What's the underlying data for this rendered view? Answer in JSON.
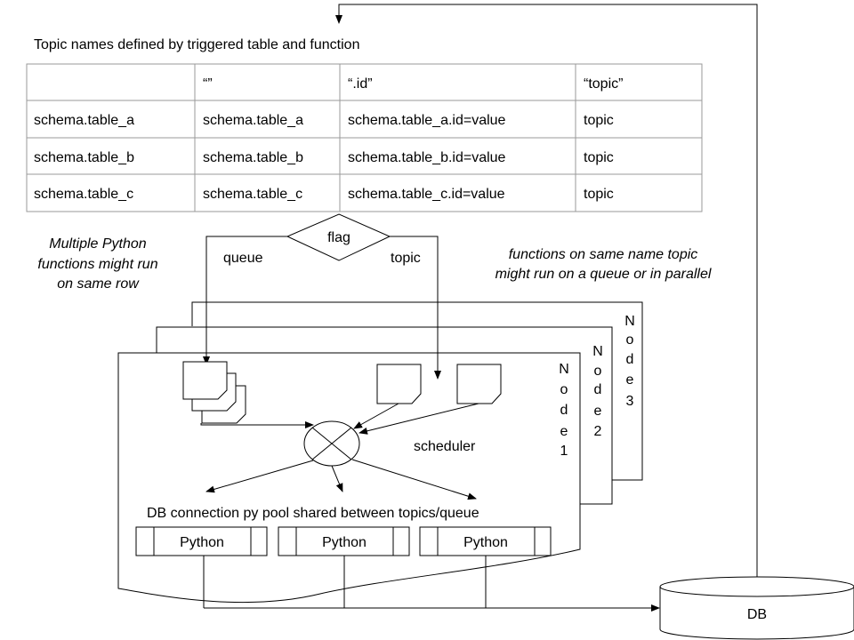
{
  "title": "Topic names defined by triggered table and function",
  "table": {
    "headers": [
      "",
      "“”",
      "“.id”",
      "“topic”"
    ],
    "rows": [
      [
        "schema.table_a",
        "schema.table_a",
        "schema.table_a.id=value",
        "topic"
      ],
      [
        "schema.table_b",
        "schema.table_b",
        "schema.table_b.id=value",
        "topic"
      ],
      [
        "schema.table_c",
        "schema.table_c",
        "schema.table_c.id=value",
        "topic"
      ]
    ]
  },
  "decision": {
    "label": "flag",
    "left_branch": "queue",
    "right_branch": "topic"
  },
  "notes": {
    "left": [
      "Multiple Python",
      "functions might run",
      "on same row"
    ],
    "right": [
      "functions on same name topic",
      "might run on a queue or in parallel"
    ]
  },
  "nodes": {
    "node1": [
      "N",
      "o",
      "d",
      "e",
      "1"
    ],
    "node2": [
      "N",
      "o",
      "d",
      "e",
      "2"
    ],
    "node3": [
      "N",
      "o",
      "d",
      "e",
      "3"
    ]
  },
  "scheduler_label": "scheduler",
  "pool_label": "DB connection py pool shared between topics/queue",
  "python_workers": [
    "Python",
    "Python",
    "Python"
  ],
  "db_label": "DB"
}
